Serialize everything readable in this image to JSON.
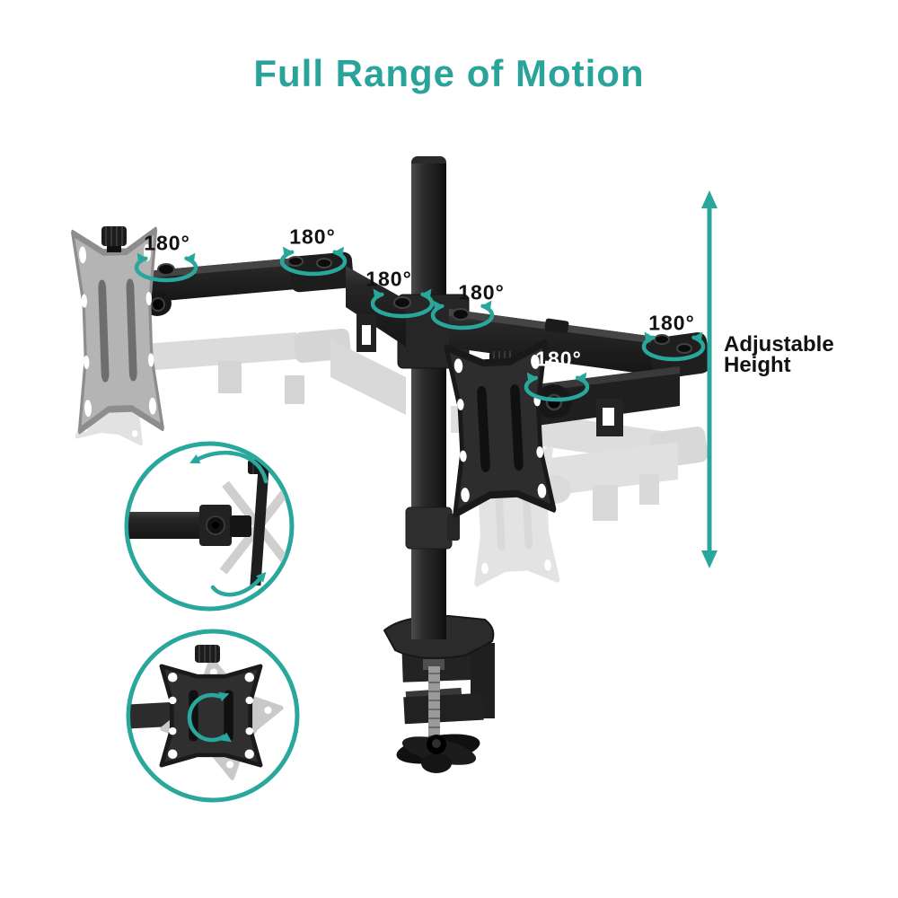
{
  "title": {
    "text": "Full Range of Motion"
  },
  "annotations": {
    "rotation_labels": [
      "180°",
      "180°",
      "180°",
      "180°",
      "180°",
      "180°"
    ],
    "adjustable_height": "Adjustable Height"
  },
  "palette": {
    "accent_teal": "#2aa79c",
    "title_teal": "#2aa49b",
    "label_black": "#121212",
    "label_white": "#ffffff",
    "product_dark": "#242424",
    "product_silver": "#b4b4b4",
    "ghost_gray": "#c4c4c4",
    "background": "#ffffff"
  }
}
